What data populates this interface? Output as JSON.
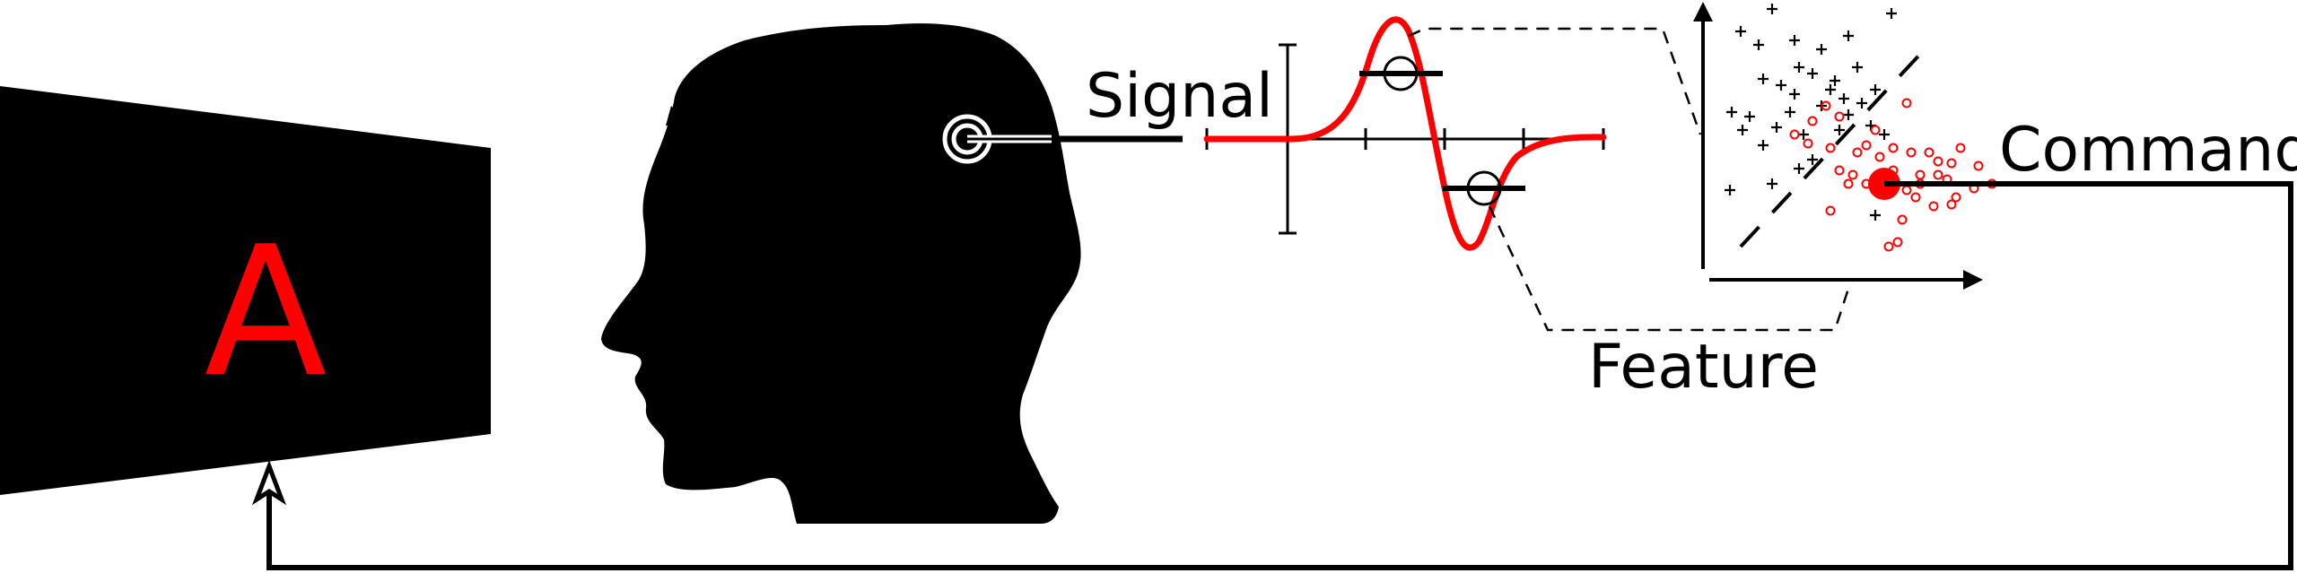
{
  "screen": {
    "letter": "A"
  },
  "labels": {
    "signal": "Signal",
    "feature": "Feature",
    "command": "Command"
  },
  "colors": {
    "ink": "#000000",
    "accent": "#ff0000",
    "background": "#ffffff"
  },
  "icons": {
    "head": "head-silhouette-icon",
    "electrode": "electrode-icon",
    "arrow": "arrow-up-icon"
  }
}
